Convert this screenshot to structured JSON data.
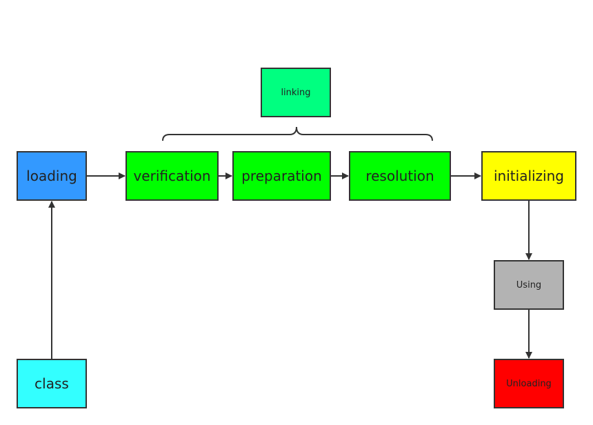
{
  "nodes": {
    "class": "class",
    "loading": "loading",
    "verification": "verification",
    "preparation": "preparation",
    "resolution": "resolution",
    "linking": "linking",
    "initializing": "initializing",
    "using": "Using",
    "unloading": "Unloading"
  },
  "colors": {
    "class": "#33ffff",
    "loading": "#3399ff",
    "linking_phase": "#00ff00",
    "linking": "#00ff80",
    "initializing": "#ffff00",
    "using": "#b3b3b3",
    "unloading": "#ff0000",
    "stroke": "#333333"
  }
}
